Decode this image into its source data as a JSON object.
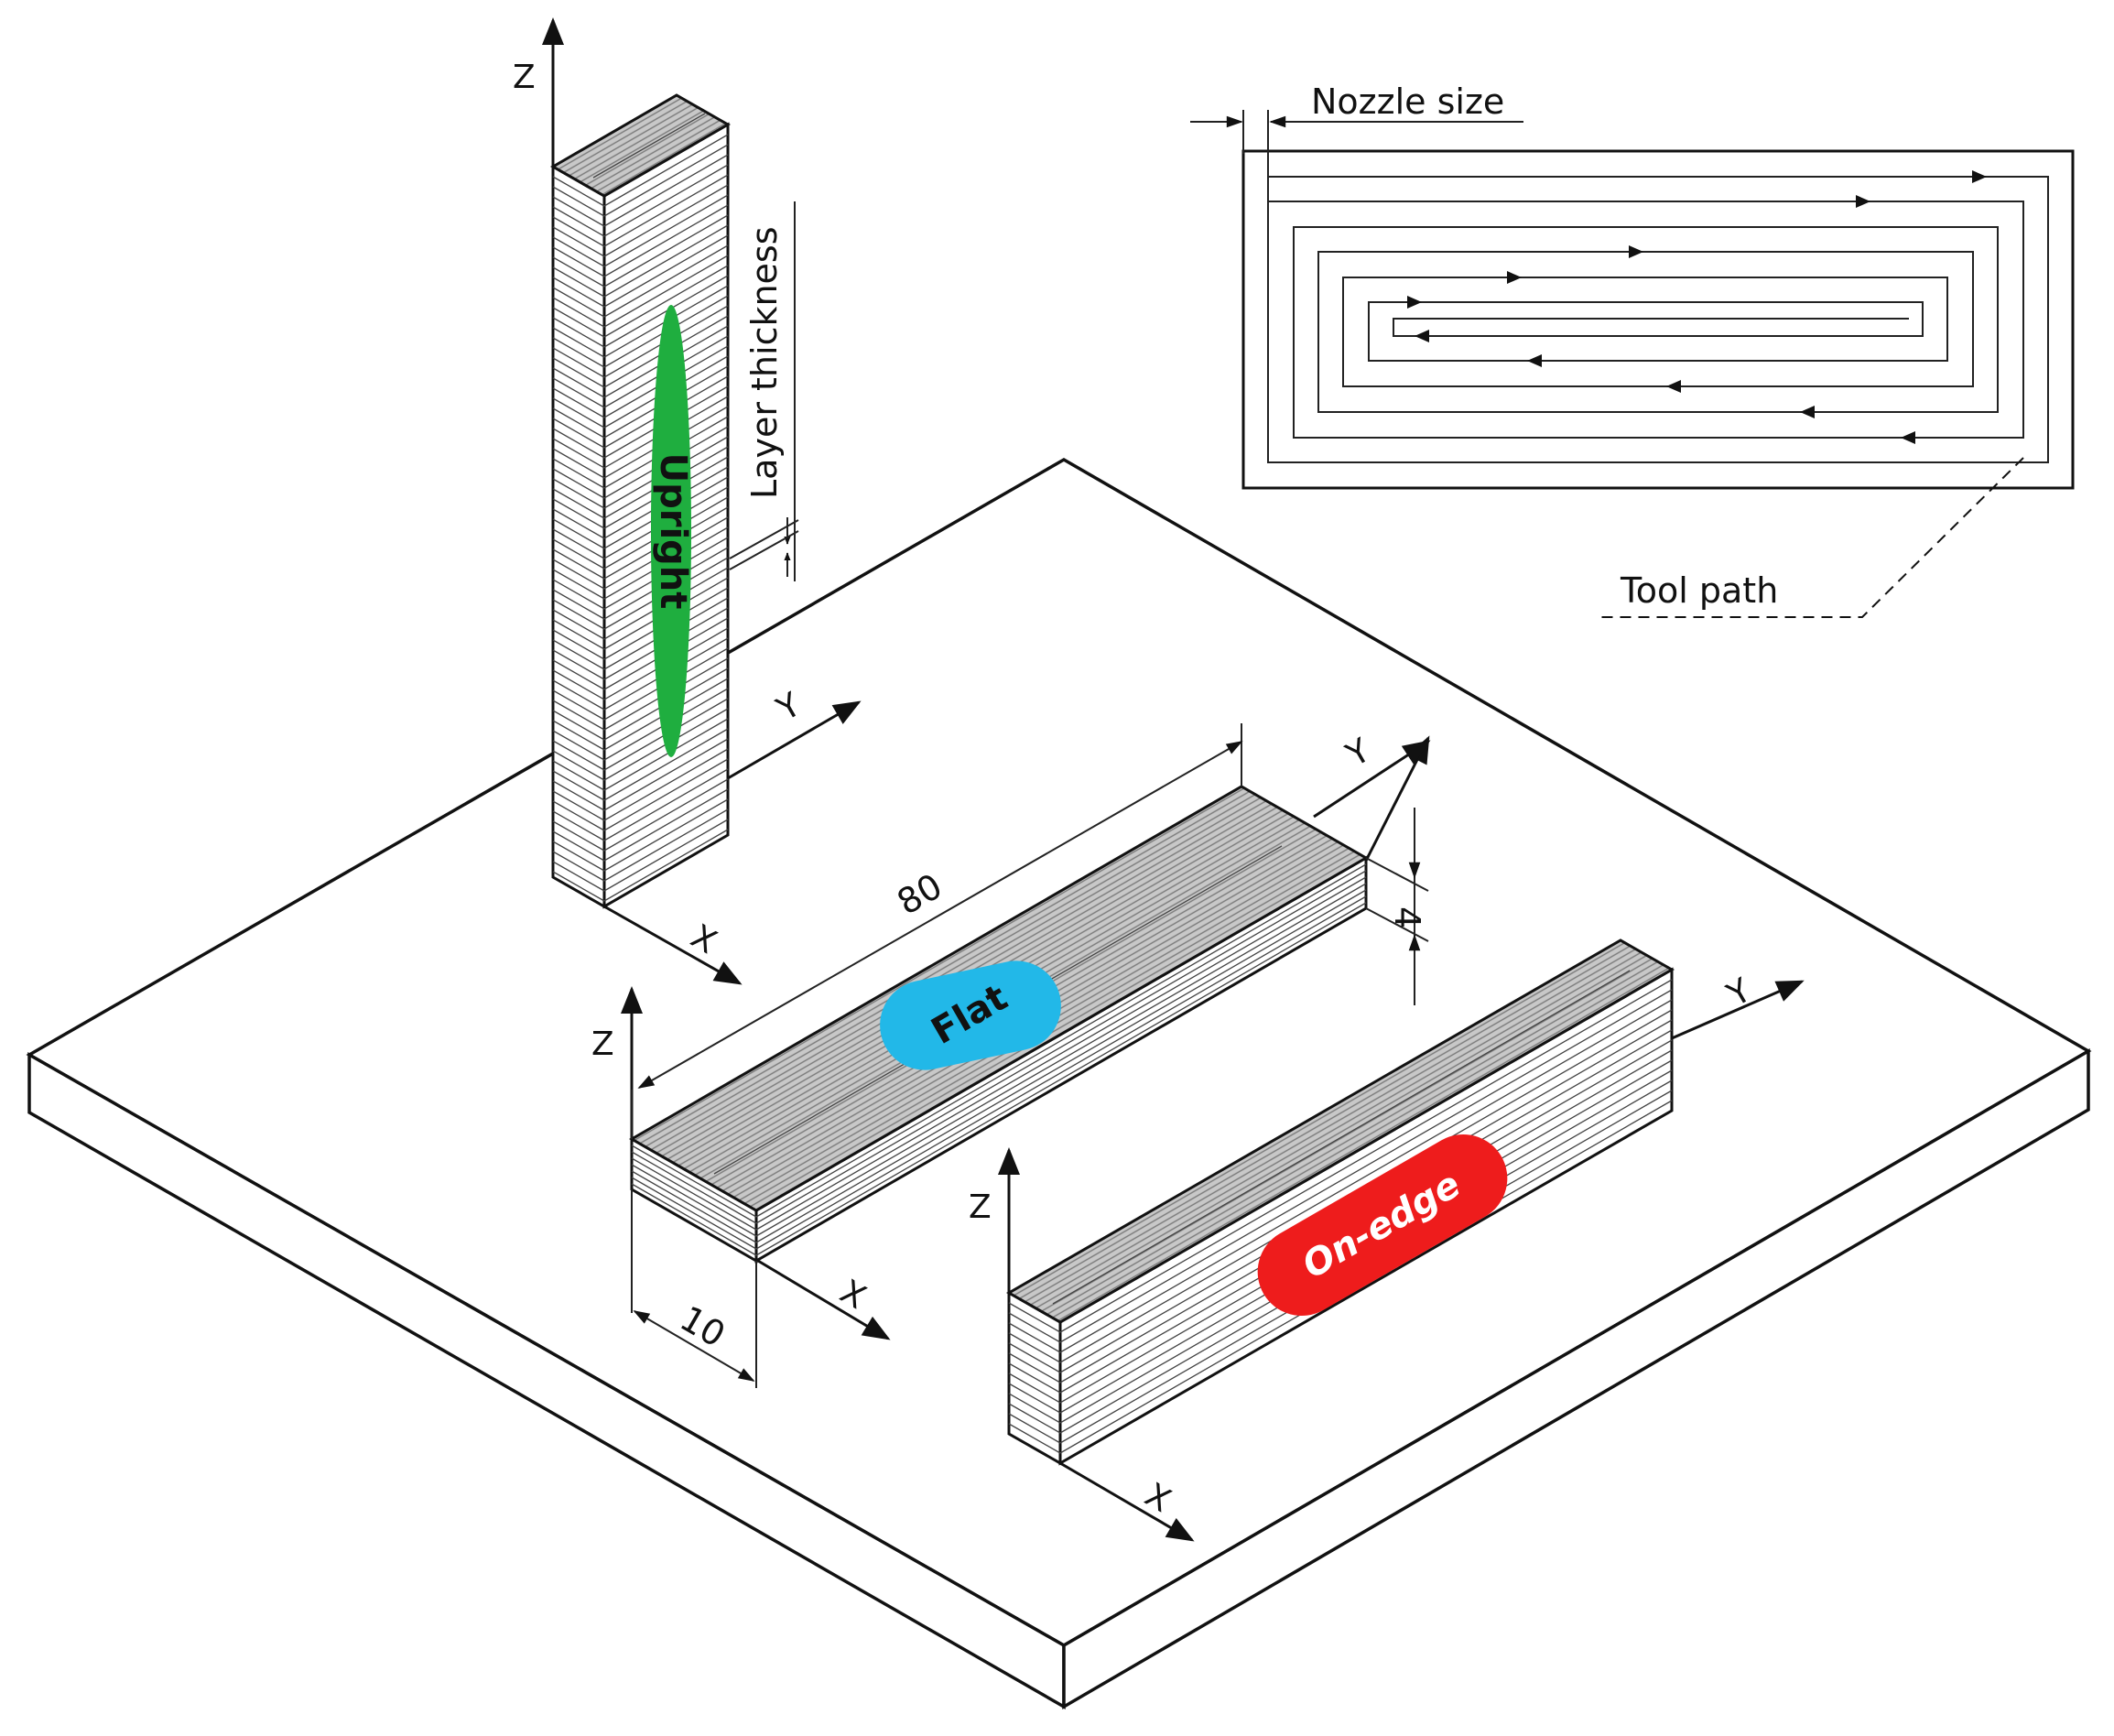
{
  "labels": {
    "nozzle_size": "Nozzle size",
    "tool_path": "Tool path",
    "layer_thickness": "Layer thickness"
  },
  "dimensions": {
    "length": "80",
    "width": "10",
    "height": "4"
  },
  "orientations": [
    {
      "name": "Upright",
      "color": "#1fae3f"
    },
    {
      "name": "Flat",
      "color": "#22b8e8"
    },
    {
      "name": "On-edge",
      "color": "#ee1c1c"
    }
  ],
  "axes": {
    "z": "Z",
    "y": "Y",
    "x": "X"
  },
  "colors": {
    "line": "#111111",
    "top_face": "#bdbdbd",
    "side_face": "#ffffff"
  }
}
